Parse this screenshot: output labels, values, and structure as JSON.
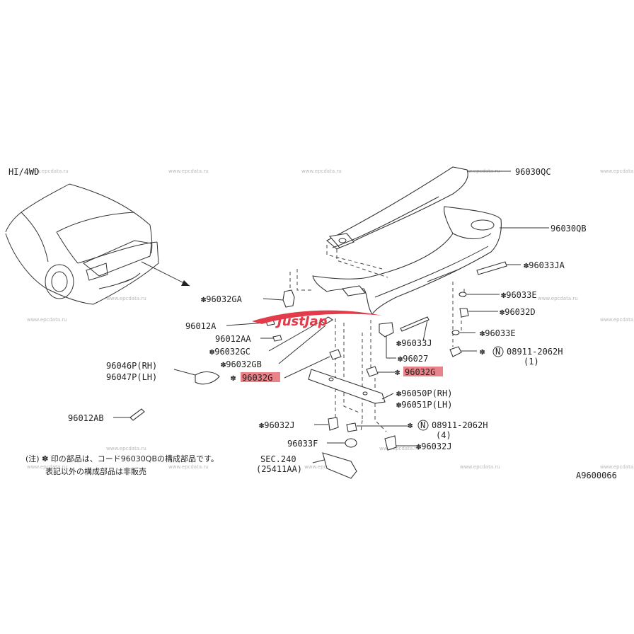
{
  "header": {
    "variant": "HI/4WD"
  },
  "footer": {
    "diagram_code": "A9600066"
  },
  "watermark": {
    "text": "www.epcdata.ru"
  },
  "logo": {
    "text": "JustJap",
    "color": "#e23b4a"
  },
  "highlight_color": "#e8838a",
  "labels": {
    "l1": "96030QC",
    "l2": "96030QB",
    "l3": "✽96033JA",
    "l4": "✽96033E",
    "l5": "✽96032D",
    "l6": "✽96033E",
    "l7": "✽",
    "l8": "08911-2062H",
    "l9": "(1)",
    "l10": "✽96032GA",
    "l11": "96012A",
    "l12": "96012AA",
    "l13": "✽96032GC",
    "l14": "✽96032GB",
    "l15": "✽",
    "l16": "96032G",
    "l17": "✽96033J",
    "l18": "✽96027",
    "l19": "✽",
    "l20": "96032G",
    "l21": "✽96050P(RH)",
    "l22": "✽96051P(LH)",
    "l23": "96046P(RH)",
    "l24": "96047P(LH)",
    "l25": "96012AB",
    "l26": "✽96032J",
    "l27": "✽",
    "l28": "08911-2062H",
    "l29": "(4)",
    "l30": "96033F",
    "l31": "✽96032J",
    "l32": "SEC.240",
    "l33": "(25411AA)"
  },
  "callouts": {
    "n_symbol": "N"
  },
  "notes": {
    "line1": "(注) ✽ 印の部品は、コード96030QBの構成部品です。",
    "line2": "表記以外の構成部品は非販売"
  }
}
